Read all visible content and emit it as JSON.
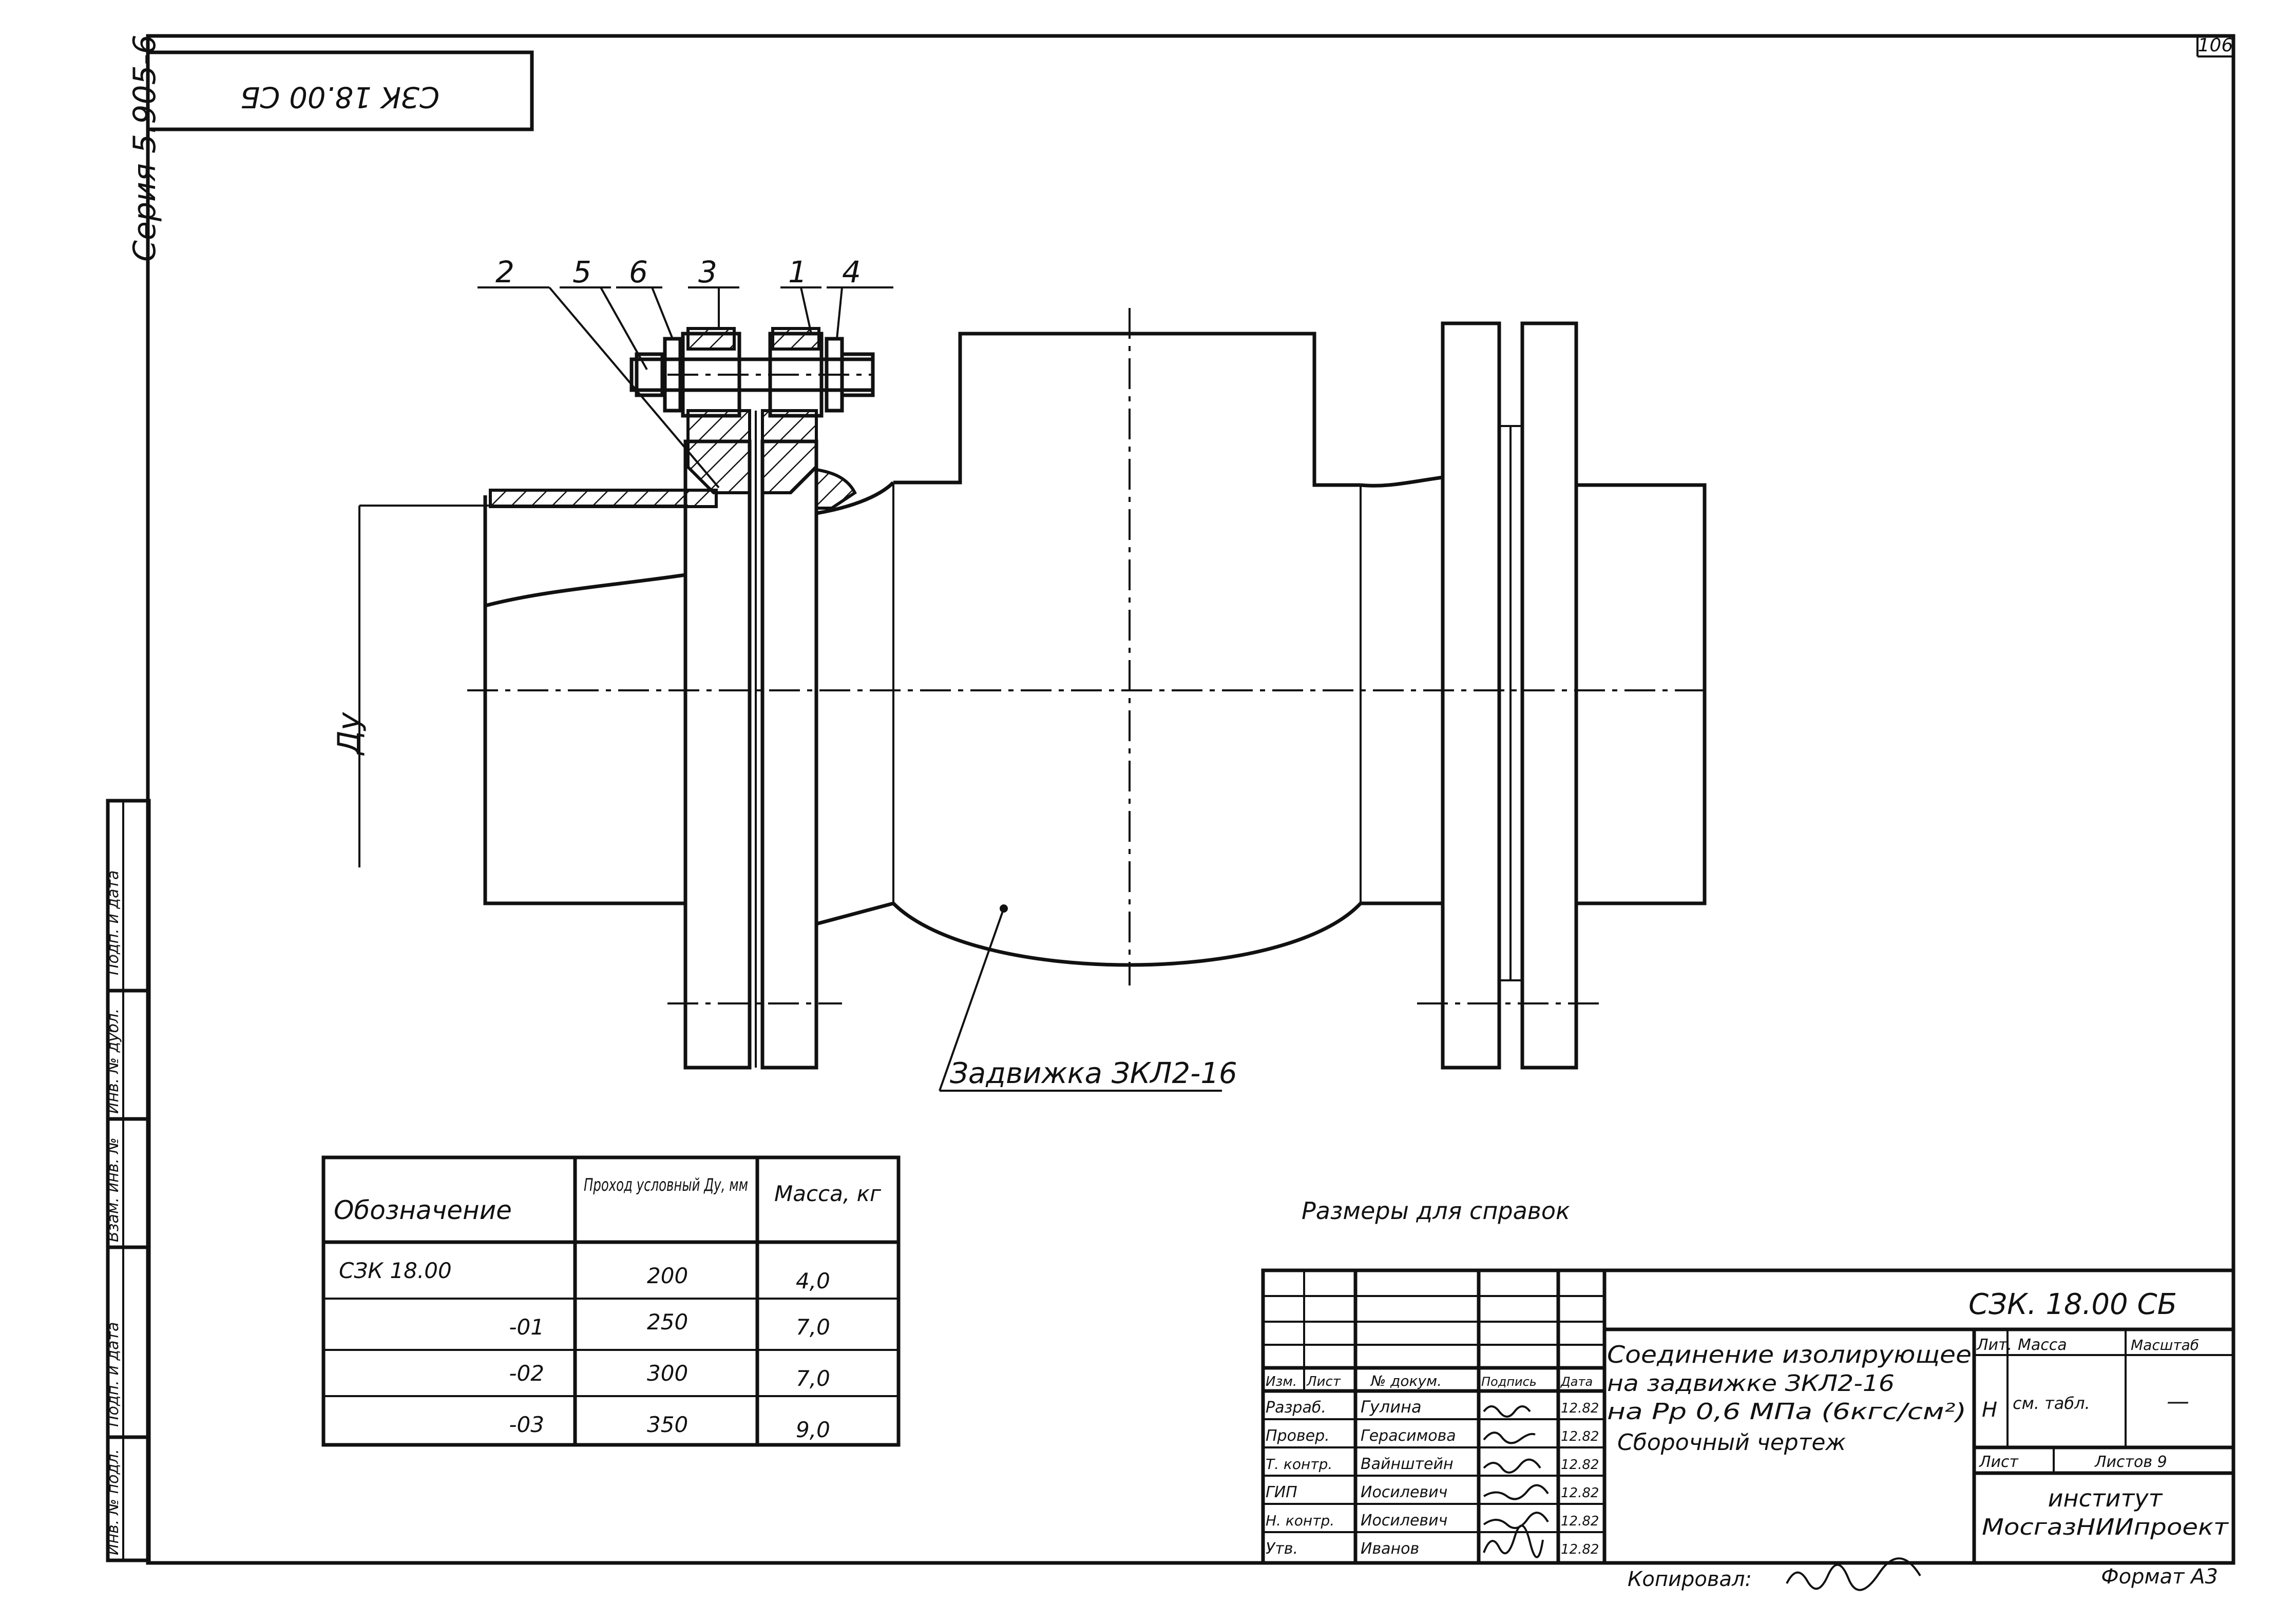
{
  "sheet": {
    "page_number": "106",
    "series": "Серия 5.905-6",
    "rotated_code": "СЗК 18.00 СБ",
    "bottom_note_label": "Копировал:",
    "format": "Формат А3"
  },
  "left_strip": {
    "cells": [
      "Подп. и дата",
      "Инв. № дубл.",
      "Взам. инв. №",
      "Подп. и дата",
      "Инв. № подл."
    ]
  },
  "callouts": [
    "2",
    "5",
    "6",
    "3",
    "1",
    "4"
  ],
  "dim_label": "Ду",
  "valve_label": "Задвижка ЗКЛ2-16",
  "ref_note": "Размеры для справок",
  "table": {
    "headers": [
      "Обозначение",
      "Проход условный Ду, мм",
      "Масса, кг"
    ],
    "rows": [
      [
        "СЗК 18.00",
        "200",
        "4,0"
      ],
      [
        "-01",
        "250",
        "7,0"
      ],
      [
        "-02",
        "300",
        "7,0"
      ],
      [
        "-03",
        "350",
        "9,0"
      ]
    ]
  },
  "title_block": {
    "doc_code": "СЗК. 18.00 СБ",
    "title_lines": [
      "Соединение изолирующее",
      "на задвижке ЗКЛ2-16",
      "на Рр 0,6 МПа (6кгс/см²)",
      "Сборочный чертеж"
    ],
    "col_headers": [
      "Изм.",
      "Лист",
      "№ докум.",
      "Подпись",
      "Дата"
    ],
    "signers": [
      {
        "role": "Разраб.",
        "name": "Гулина",
        "date": "12.82"
      },
      {
        "role": "Провер.",
        "name": "Герасимова",
        "date": "12.82"
      },
      {
        "role": "Т. контр.",
        "name": "Вайнштейн",
        "date": "12.82"
      },
      {
        "role": "ГИП",
        "name": "Иосилевич",
        "date": "12.82"
      },
      {
        "role": "Н. контр.",
        "name": "Иосилевич",
        "date": "12.82"
      },
      {
        "role": "Утв.",
        "name": "Иванов",
        "date": "12.82"
      }
    ],
    "lit_header": "Лит.",
    "mass_header": "Масса",
    "scale_header": "Масштаб",
    "lit_value": "Н",
    "mass_value": "см. табл.",
    "scale_value": "—",
    "sheet_label": "Лист",
    "sheets_label": "Листов 9",
    "org_line1": "институт",
    "org_line2": "МосгазНИИпроект"
  }
}
